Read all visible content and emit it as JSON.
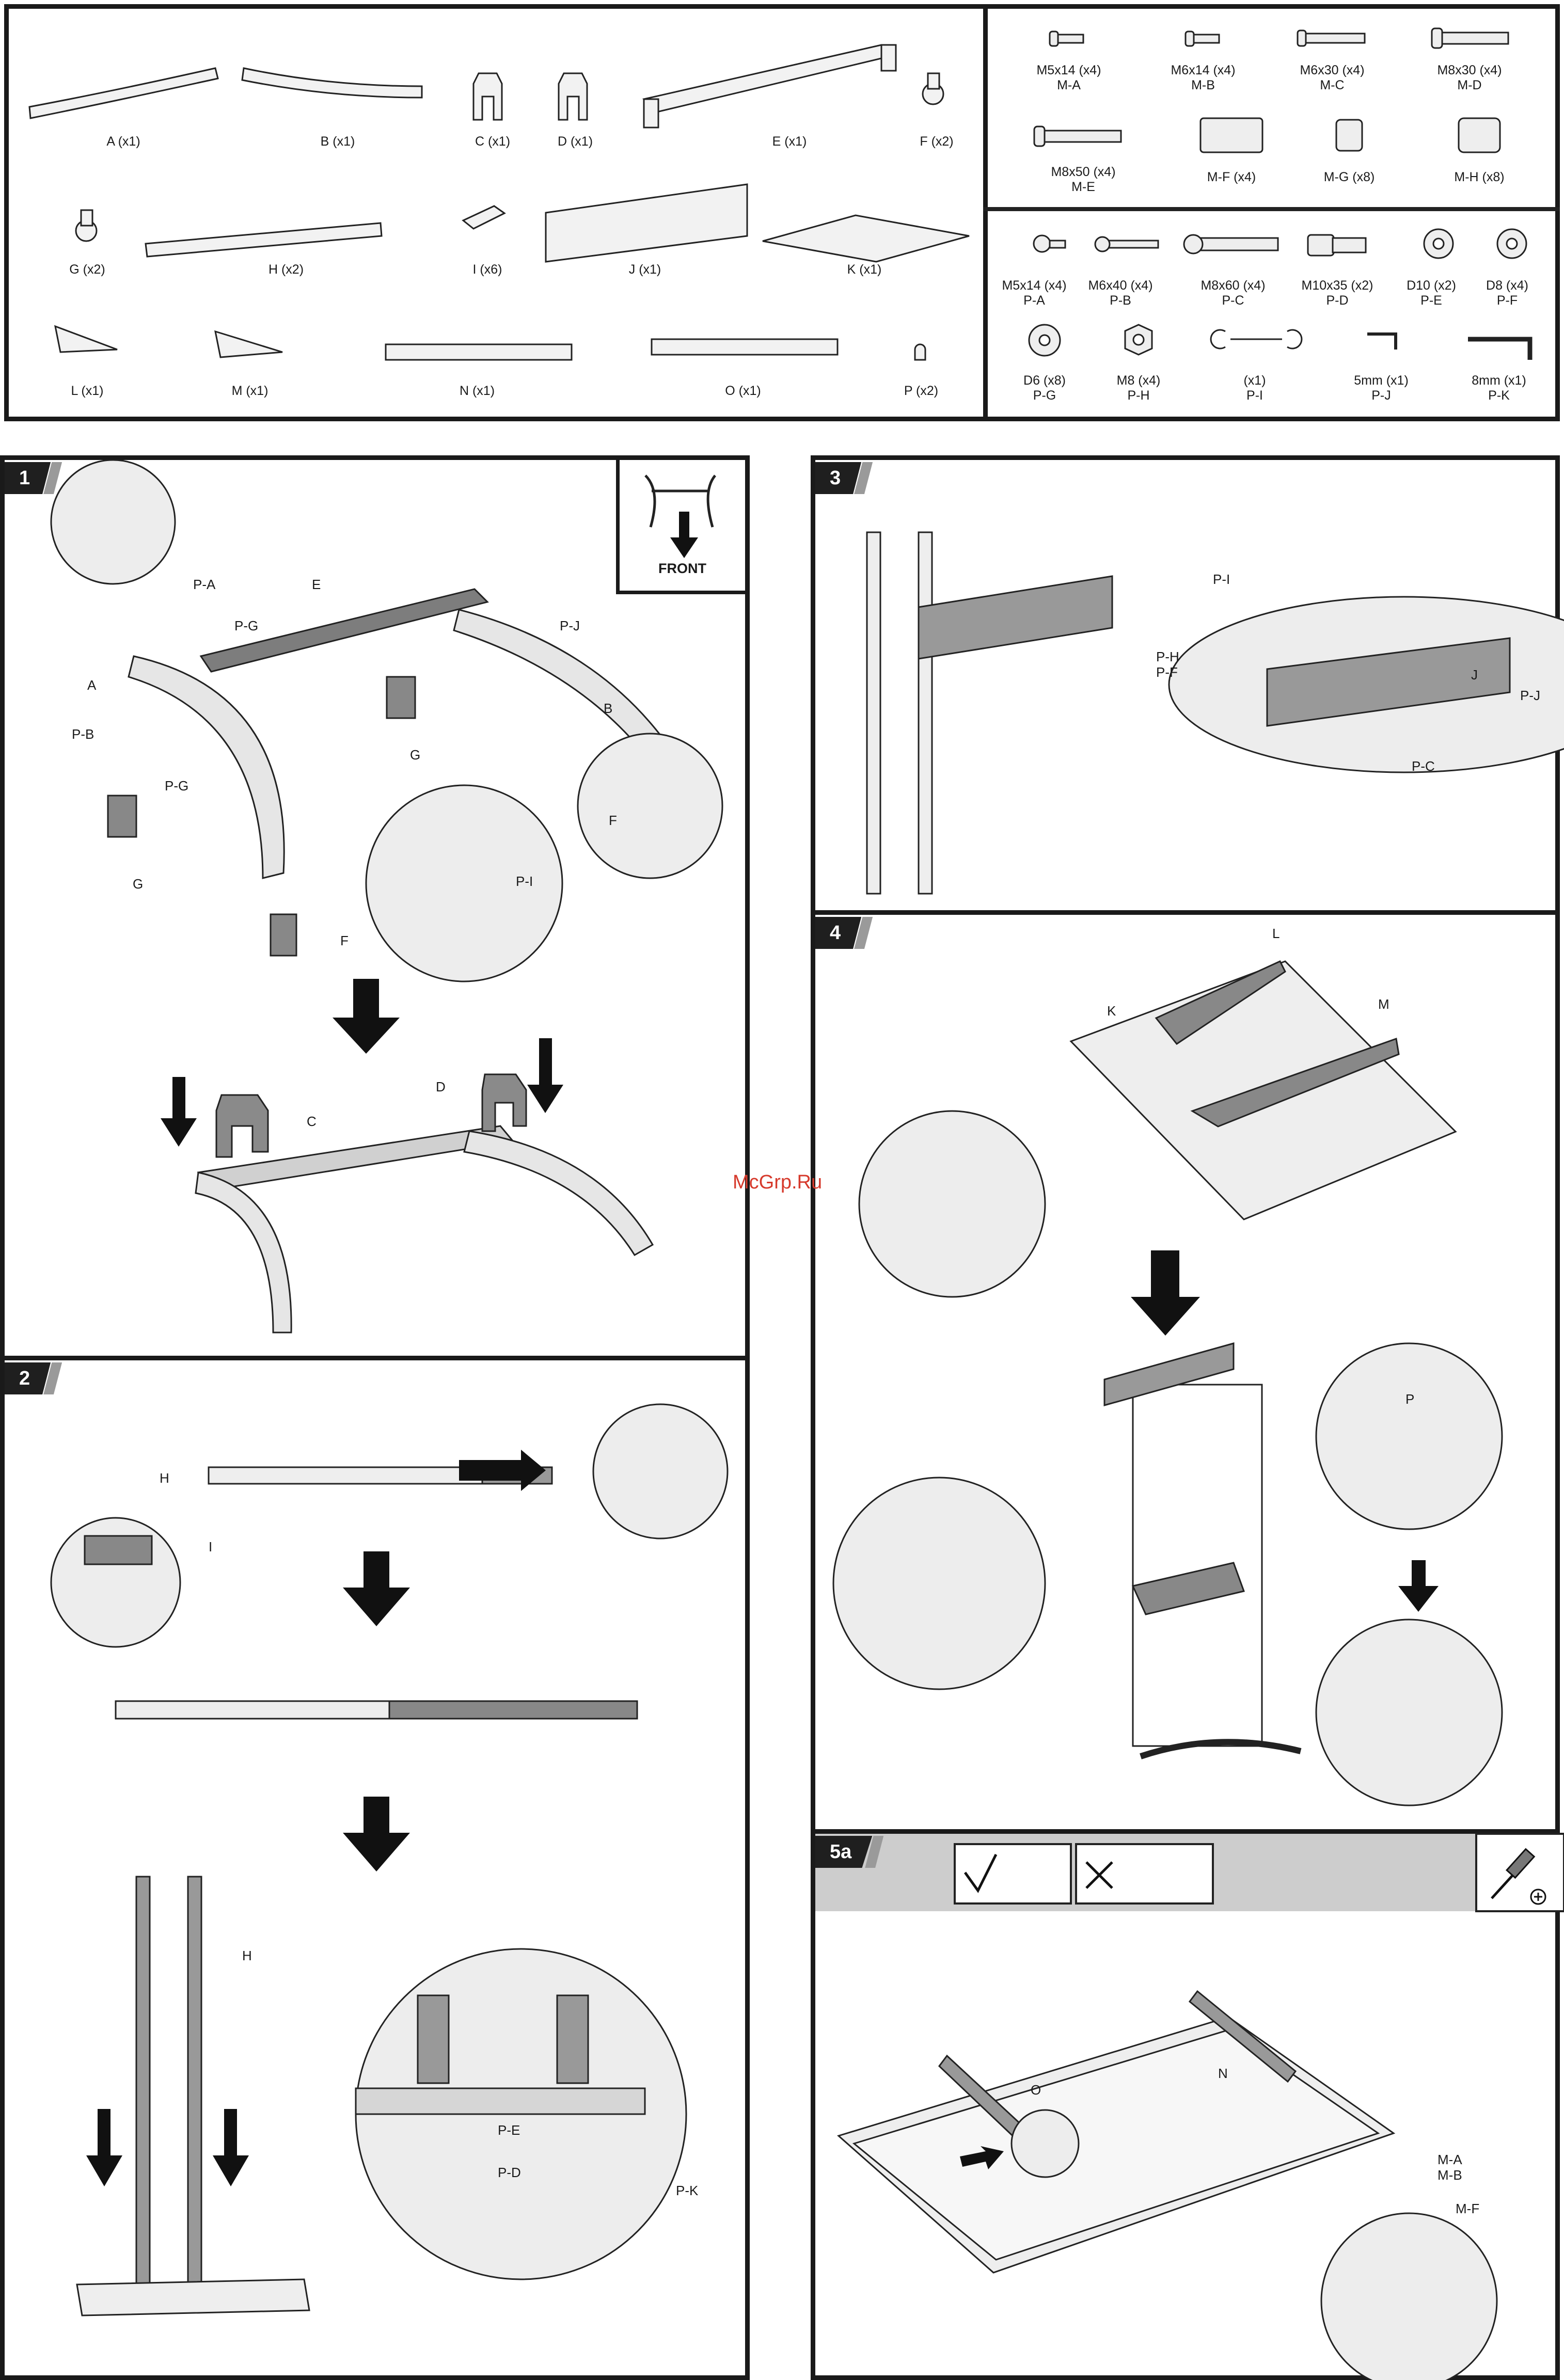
{
  "parts": [
    {
      "id": "A",
      "label": "A (x1)"
    },
    {
      "id": "B",
      "label": "B (x1)"
    },
    {
      "id": "C",
      "label": "C (x1)"
    },
    {
      "id": "D",
      "label": "D (x1)"
    },
    {
      "id": "E",
      "label": "E (x1)"
    },
    {
      "id": "F",
      "label": "F (x2)"
    },
    {
      "id": "G",
      "label": "G (x2)"
    },
    {
      "id": "H",
      "label": "H (x2)"
    },
    {
      "id": "I",
      "label": "I (x6)"
    },
    {
      "id": "J",
      "label": "J (x1)"
    },
    {
      "id": "K",
      "label": "K (x1)"
    },
    {
      "id": "L",
      "label": "L (x1)"
    },
    {
      "id": "M",
      "label": "M (x1)"
    },
    {
      "id": "N",
      "label": "N (x1)"
    },
    {
      "id": "O",
      "label": "O (x1)"
    },
    {
      "id": "P",
      "label": "P (x2)"
    }
  ],
  "monitor_hardware": [
    {
      "spec": "M5x14 (x4)",
      "code": "M-A"
    },
    {
      "spec": "M6x14 (x4)",
      "code": "M-B"
    },
    {
      "spec": "M6x30 (x4)",
      "code": "M-C"
    },
    {
      "spec": "M8x30 (x4)",
      "code": "M-D"
    },
    {
      "spec": "M8x50 (x4)",
      "code": "M-E"
    },
    {
      "spec": "M-F (x4)",
      "code": ""
    },
    {
      "spec": "M-G (x8)",
      "code": ""
    },
    {
      "spec": "M-H (x8)",
      "code": ""
    }
  ],
  "parts_hardware": [
    {
      "spec": "M5x14 (x4)",
      "code": "P-A"
    },
    {
      "spec": "M6x40 (x4)",
      "code": "P-B"
    },
    {
      "spec": "M8x60 (x4)",
      "code": "P-C"
    },
    {
      "spec": "M10x35 (x2)",
      "code": "P-D"
    },
    {
      "spec": "D10 (x2)",
      "code": "P-E"
    },
    {
      "spec": "D8 (x4)",
      "code": "P-F"
    },
    {
      "spec": "D6 (x8)",
      "code": "P-G"
    },
    {
      "spec": "M8 (x4)",
      "code": "P-H"
    },
    {
      "spec": "(x1)",
      "code": "P-I"
    },
    {
      "spec": "5mm (x1)",
      "code": "P-J"
    },
    {
      "spec": "8mm (x1)",
      "code": "P-K"
    }
  ],
  "steps": {
    "s1": {
      "num": "1",
      "front": "FRONT",
      "callouts": {
        "pa": "P-A",
        "pg1": "P-G",
        "e": "E",
        "pj": "P-J",
        "a": "A",
        "b": "B",
        "pb": "P-B",
        "pg2": "P-G",
        "g1": "G",
        "g2": "G",
        "f1": "F",
        "pi": "P-I",
        "f2": "F",
        "c": "C",
        "d": "D"
      }
    },
    "s2": {
      "num": "2",
      "callouts": {
        "h1": "H",
        "i": "I",
        "h2": "H",
        "pe": "P-E",
        "pd": "P-D",
        "pk": "P-K"
      }
    },
    "s3": {
      "num": "3",
      "callouts": {
        "pi": "P-I",
        "ph": "P-H",
        "pf": "P-F",
        "j": "J",
        "pj": "P-J",
        "pc": "P-C"
      }
    },
    "s4": {
      "num": "4",
      "callouts": {
        "l": "L",
        "k": "K",
        "m": "M",
        "p": "P"
      }
    },
    "s5a": {
      "num": "5a",
      "callouts": {
        "n": "N",
        "o": "O",
        "ma": "M-A",
        "mb": "M-B",
        "mf": "M-F"
      }
    }
  },
  "watermark": "McGrp.Ru"
}
